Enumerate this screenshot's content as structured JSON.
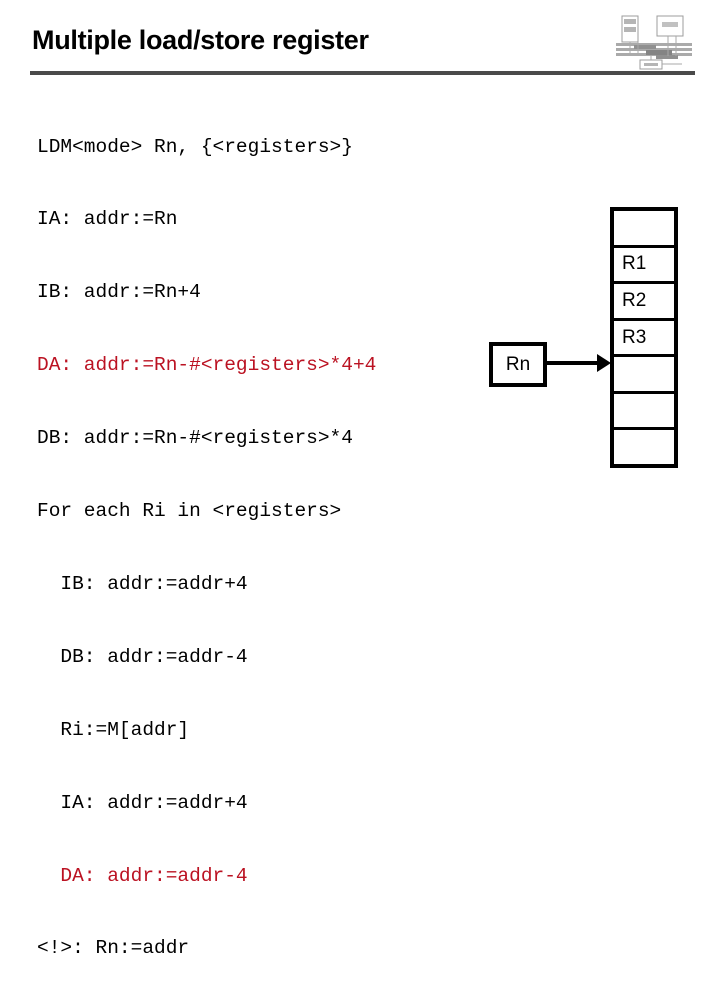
{
  "slide": {
    "title": "Multiple load/store register",
    "rule_color": "#4a4a4a",
    "background_color": "#ffffff",
    "code_color": "#000000",
    "highlight_color": "#bb1222"
  },
  "logo": {
    "name": "system-block-diagram-thumbnail"
  },
  "code": {
    "lines": [
      {
        "text": "LDM<mode> Rn, {<registers>}",
        "color": "black"
      },
      {
        "text": "IA: addr:=Rn",
        "color": "black"
      },
      {
        "text": "IB: addr:=Rn+4",
        "color": "black"
      },
      {
        "text": "DA: addr:=Rn-#<registers>*4+4",
        "color": "red"
      },
      {
        "text": "DB: addr:=Rn-#<registers>*4",
        "color": "black"
      },
      {
        "text": "For each Ri in <registers>",
        "color": "black"
      },
      {
        "text": "  IB: addr:=addr+4",
        "color": "black"
      },
      {
        "text": "  DB: addr:=addr-4",
        "color": "black"
      },
      {
        "text": "  Ri:=M[addr]",
        "color": "black"
      },
      {
        "text": "  IA: addr:=addr+4",
        "color": "black"
      },
      {
        "text": "  DA: addr:=addr-4",
        "color": "red"
      },
      {
        "text": "<!>: Rn:=addr",
        "color": "black"
      }
    ]
  },
  "diagram": {
    "pointer_box_label": "Rn",
    "memory_cells": [
      {
        "label": ""
      },
      {
        "label": "R1"
      },
      {
        "label": "R2"
      },
      {
        "label": "R3"
      },
      {
        "label": ""
      },
      {
        "label": ""
      },
      {
        "label": ""
      }
    ]
  }
}
